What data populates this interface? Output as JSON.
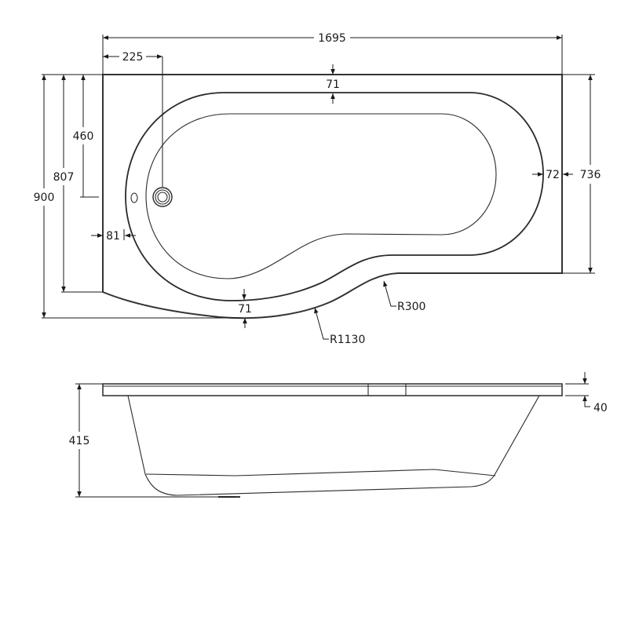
{
  "plan_view": {
    "dimensions": {
      "overall_length": "1695",
      "waste_offset_x": "225",
      "overall_width": "900",
      "left_end_width": "807",
      "waste_offset_y": "460",
      "left_rim": "81",
      "top_rim": "71",
      "bottom_rim": "71",
      "right_rim": "72",
      "right_end_width": "736",
      "radius_small": "R300",
      "radius_large": "R1130"
    }
  },
  "side_view": {
    "dimensions": {
      "height": "415",
      "rim_thickness": "40"
    }
  },
  "colors": {
    "line": "#2a2a2a",
    "background": "#ffffff"
  }
}
